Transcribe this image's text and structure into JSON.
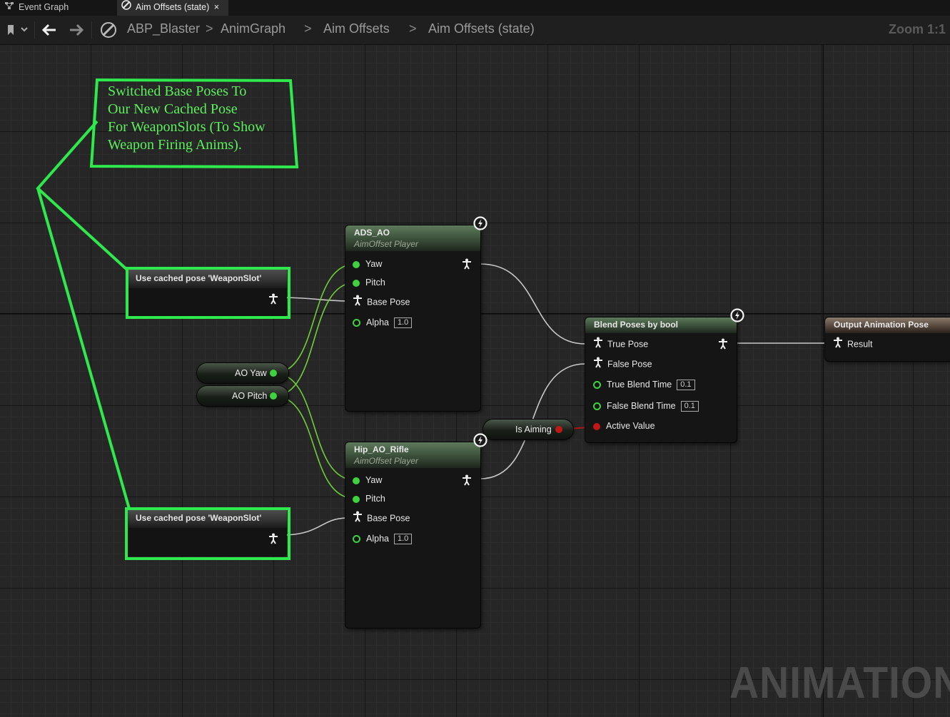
{
  "tabs": [
    {
      "label": "Event Graph",
      "active": false
    },
    {
      "label": "Aim Offsets (state)",
      "active": true,
      "close": "×"
    }
  ],
  "breadcrumb": {
    "items": [
      "ABP_Blaster",
      "AnimGraph",
      "Aim Offsets",
      "Aim Offsets (state)"
    ],
    "separator": ">"
  },
  "zoom_label": "Zoom 1:1",
  "annotation": {
    "lines": [
      "Switched Base Poses To",
      "Our New Cached Pose",
      "For WeaponSlots (To Show",
      "Weapon Firing Anims)."
    ],
    "color": "#2fe84d"
  },
  "nodes": {
    "cached_pose_1": {
      "title": "Use cached pose 'WeaponSlot'"
    },
    "cached_pose_2": {
      "title": "Use cached pose 'WeaponSlot'"
    },
    "ads_ao": {
      "title": "ADS_AO",
      "subtitle": "AimOffset Player",
      "pins": {
        "yaw": "Yaw",
        "pitch": "Pitch",
        "base_pose": "Base Pose",
        "alpha": "Alpha",
        "alpha_value": "1.0"
      }
    },
    "hip_ao": {
      "title": "Hip_AO_Rifle",
      "subtitle": "AimOffset Player",
      "pins": {
        "yaw": "Yaw",
        "pitch": "Pitch",
        "base_pose": "Base Pose",
        "alpha": "Alpha",
        "alpha_value": "1.0"
      }
    },
    "blend": {
      "title": "Blend Poses by bool",
      "pins": {
        "true_pose": "True Pose",
        "false_pose": "False Pose",
        "true_blend_time": "True Blend Time",
        "true_blend_value": "0.1",
        "false_blend_time": "False Blend Time",
        "false_blend_value": "0.1",
        "active_value": "Active Value"
      }
    },
    "output": {
      "title": "Output Animation Pose",
      "pins": {
        "result": "Result"
      }
    }
  },
  "variables": {
    "ao_yaw": "AO Yaw",
    "ao_pitch": "AO Pitch",
    "is_aiming": "Is Aiming"
  },
  "watermark": "ANIMATION",
  "colors": {
    "float_pin": "#3fd13f",
    "bool_pin": "#c01818",
    "pose_wire": "#c8c8c8",
    "float_wire": "#6fcf3a"
  }
}
